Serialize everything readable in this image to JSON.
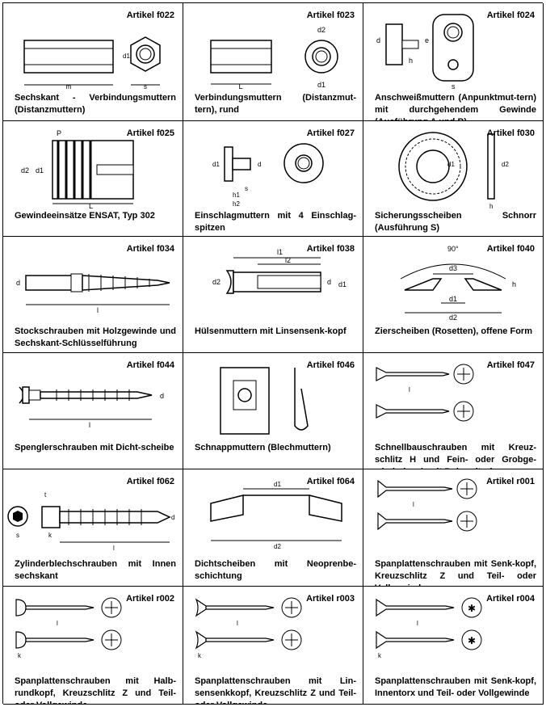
{
  "cells": [
    {
      "article": "Artikel f022",
      "desc": "Sechskant - Verbindungsmuttern (Distanzmuttern)"
    },
    {
      "article": "Artikel f023",
      "desc": "Verbindungsmuttern (Distanzmut-tern), rund"
    },
    {
      "article": "Artikel f024",
      "desc": "Anschweißmuttern (Anpunktmut-tern) mit durchgehendem Gewinde (Ausführung A und B)"
    },
    {
      "article": "Artikel f025",
      "desc": "Gewindeeinsätze ENSAT, Typ 302"
    },
    {
      "article": "Artikel f027",
      "desc": "Einschlagmuttern mit 4 Einschlag-spitzen"
    },
    {
      "article": "Artikel f030",
      "desc": "Sicherungsscheiben Schnorr (Ausführung S)"
    },
    {
      "article": "Artikel f034",
      "desc": "Stockschrauben mit Holzgewinde und Sechskant-Schlüsselführung"
    },
    {
      "article": "Artikel f038",
      "desc": "Hülsenmuttern mit Linsensenk-kopf"
    },
    {
      "article": "Artikel f040",
      "desc": "Zierscheiben (Rosetten), offene Form"
    },
    {
      "article": "Artikel f044",
      "desc": "Spenglerschrauben mit Dicht-scheibe"
    },
    {
      "article": "Artikel f046",
      "desc": "Schnappmuttern (Blechmuttern)"
    },
    {
      "article": "Artikel f047",
      "desc": "Schnellbauschrauben mit Kreuz-schlitz H und Fein- oder Grobge-winde (auch mit Bohrspitze)"
    },
    {
      "article": "Artikel f062",
      "desc": "Zylinderblechschrauben mit Innen sechskant"
    },
    {
      "article": "Artikel f064",
      "desc": "Dichtscheiben mit Neoprenbe-schichtung"
    },
    {
      "article": "Artikel r001",
      "desc": "Spanplattenschrauben mit Senk-kopf, Kreuzschlitz Z und Teil- oder Vollgewinde"
    },
    {
      "article": "Artikel r002",
      "desc": "Spanplattenschrauben mit Halb-rundkopf, Kreuzschlitz Z und Teil-oder Vollgewinde"
    },
    {
      "article": "Artikel r003",
      "desc": "Spanplattenschrauben mit Lin-sensenkkopf, Kreuzschlitz Z und Teil- oder Vollgewinde"
    },
    {
      "article": "Artikel r004",
      "desc": "Spanplattenschrauben mit Senk-kopf, Innentorx und Teil- oder Vollgewinde"
    }
  ],
  "labels": {
    "f022": {
      "d1": "d1",
      "m": "m",
      "s": "s"
    },
    "f023": {
      "d2": "d2",
      "L": "L",
      "d1": "d1"
    },
    "f024": {
      "d": "d",
      "h": "h",
      "e": "e",
      "s": "s"
    },
    "f025": {
      "P": "P",
      "d2": "d2",
      "d1": "d1",
      "L": "L"
    },
    "f027": {
      "d1": "d1",
      "d": "d",
      "s": "s",
      "h1": "h1",
      "h2": "h2"
    },
    "f030": {
      "d1": "d1",
      "d2": "d2",
      "h": "h"
    },
    "f034": {
      "d": "d",
      "l": "l"
    },
    "f038": {
      "l1": "l1",
      "l2": "l2",
      "d2": "d2",
      "d": "d",
      "d1": "d1"
    },
    "f040": {
      "angle": "90°",
      "d3": "d3",
      "h": "h",
      "d1": "d1",
      "d2": "d2"
    },
    "f044": {
      "d": "d",
      "l": "l"
    },
    "f046": {},
    "f047": {
      "l": "l"
    },
    "f062": {
      "t": "t",
      "k": "k",
      "s": "s",
      "d": "d",
      "l": "l"
    },
    "f064": {
      "d1": "d1",
      "d2": "d2"
    },
    "r001": {
      "l": "l"
    },
    "r002": {
      "l": "l",
      "k": "k"
    },
    "r003": {
      "l": "l",
      "k": "k"
    },
    "r004": {
      "l": "l",
      "k": "k"
    }
  }
}
